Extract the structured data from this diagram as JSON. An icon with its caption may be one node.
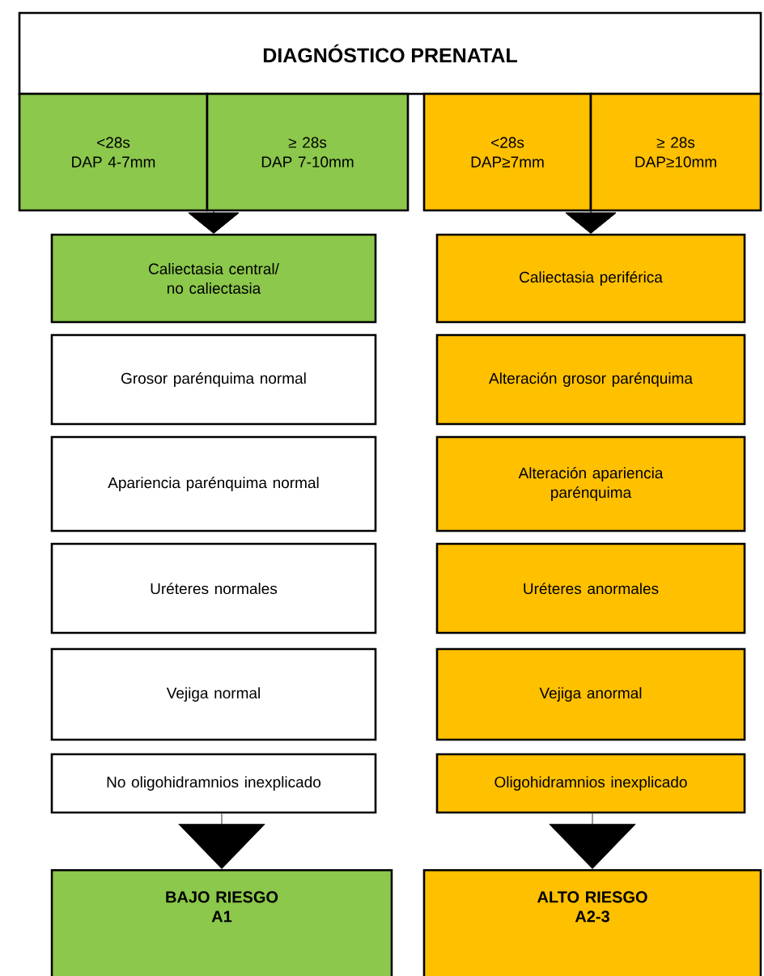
{
  "diagram": {
    "nodes": [
      {
        "text": [
          "DIAGNÓSTICO PRENATAL"
        ]
      },
      {
        "text": [
          "<28s",
          "DAP 4-7mm"
        ]
      },
      {
        "text": [
          "≥ 28s",
          "DAP 7-10mm"
        ]
      },
      {
        "text": [
          "<28s",
          "DAP≥7mm"
        ]
      },
      {
        "text": [
          "≥ 28s",
          "DAP≥10mm"
        ]
      },
      {
        "text": [
          "Caliectasia central/ no caliectasia"
        ]
      },
      {
        "text": [
          "Caliectasia periférica"
        ]
      },
      {
        "text": [
          "Grosor parénquima normal"
        ]
      },
      {
        "text": [
          "Alteración grosor parénquima"
        ]
      },
      {
        "text": [
          "Apariencia parénquima normal"
        ]
      },
      {
        "text": [
          "Alteración apariencia parénquima"
        ]
      },
      {
        "text": [
          "Uréteres normales"
        ]
      },
      {
        "text": [
          "Uréteres anormales"
        ]
      },
      {
        "text": [
          "Vejiga normal"
        ]
      },
      {
        "text": [
          "Vejiga anormal"
        ]
      },
      {
        "text": [
          "No oligohidramnios inexplicado"
        ]
      },
      {
        "text": [
          "Oligohidramnios inexplicado"
        ]
      },
      {
        "text": [
          "BAJO RIESGO",
          "A1"
        ]
      },
      {
        "text": [
          "ALTO RIESGO",
          "A2-3"
        ]
      }
    ],
    "edges": [
      {
        "from": 1,
        "to": 5,
        "arrow": "to"
      },
      {
        "from": 2,
        "to": 5,
        "arrow": "to"
      },
      {
        "from": 3,
        "to": 6,
        "arrow": "to"
      },
      {
        "from": 4,
        "to": 6,
        "arrow": "to"
      },
      {
        "from": 15,
        "to": 17,
        "arrow": "to"
      },
      {
        "from": 16,
        "to": 18,
        "arrow": "to"
      }
    ]
  }
}
